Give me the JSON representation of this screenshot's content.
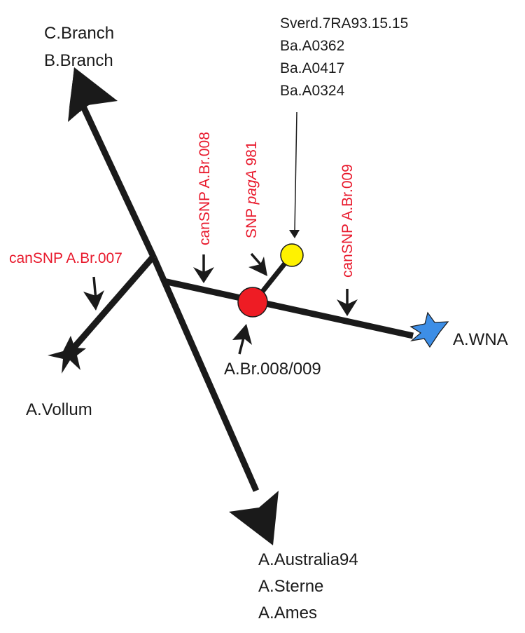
{
  "diagram": {
    "type": "phylogenetic-snp-tree",
    "colors": {
      "branch": "#1a1a1a",
      "snp_label": "#e8192c",
      "node_red": "#ee1c24",
      "node_yellow": "#fff200",
      "star_blue": "#3d8ee6",
      "star_black": "#1a1a1a"
    },
    "terminals": {
      "top": [
        "C.Branch",
        "B.Branch"
      ],
      "bottom": [
        "A.Australia94",
        "A.Sterne",
        "A.Ames"
      ],
      "left": "A.Vollum",
      "right": "A.WNA",
      "yellow_node_strains": [
        "Sverd.7RA93.15.15",
        "Ba.A0362",
        "Ba.A0417",
        "Ba.A0324"
      ]
    },
    "node_label": "A.Br.008/009",
    "snps": {
      "a_br_007": "canSNP A.Br.007",
      "a_br_008": "canSNP A.Br.008",
      "paga_prefix": "SNP ",
      "paga_gene": "pagA",
      "paga_suffix": " 981",
      "a_br_009": "canSNP A.Br.009"
    }
  }
}
